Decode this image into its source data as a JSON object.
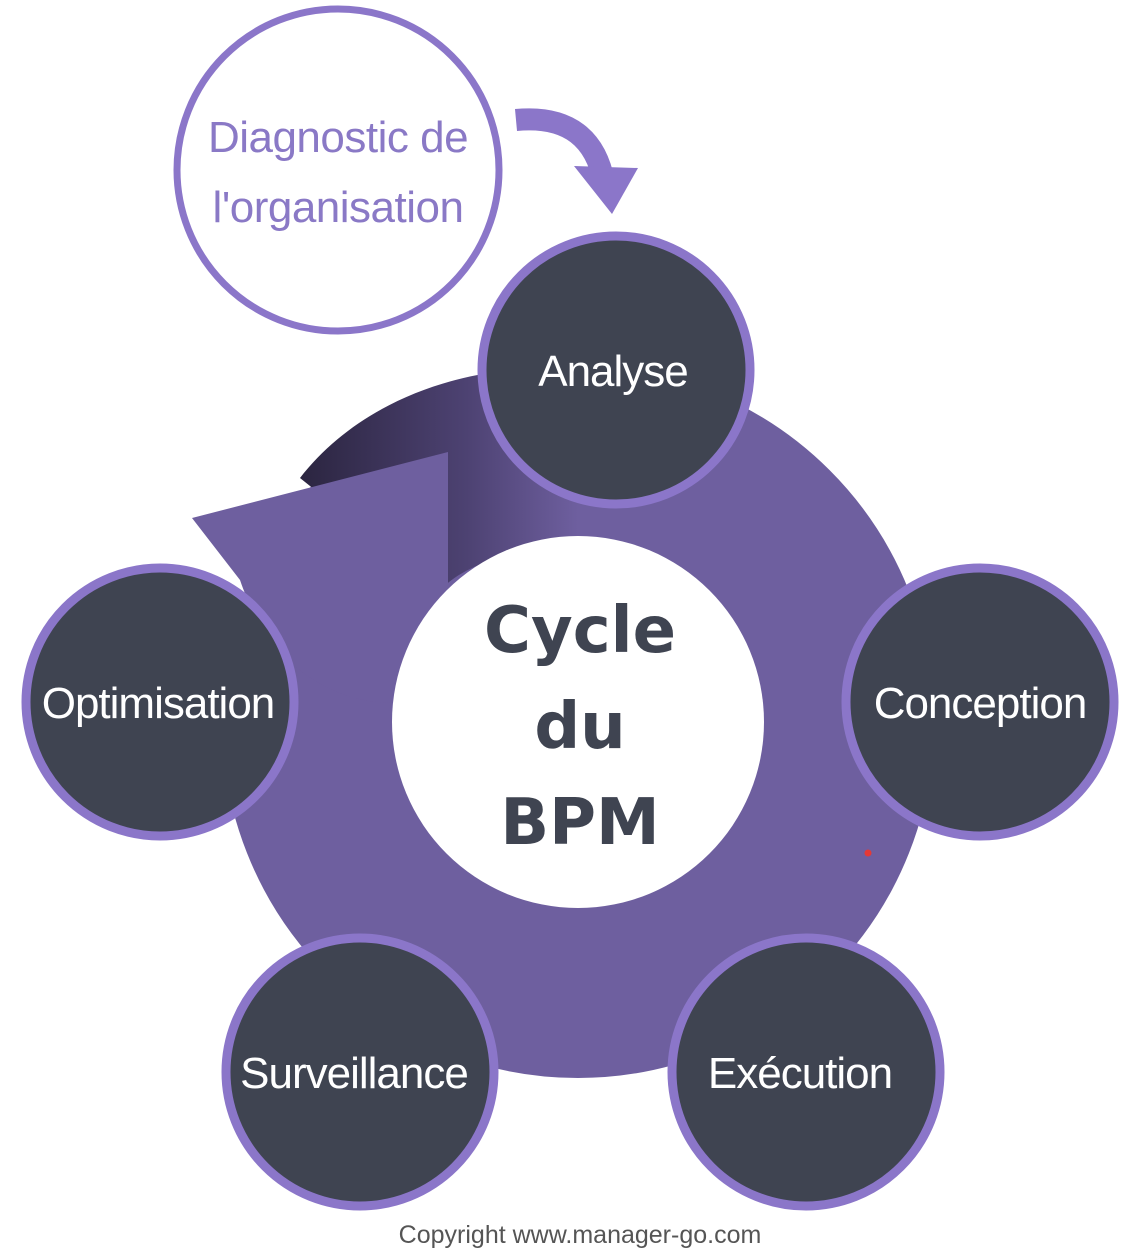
{
  "diagnostic": {
    "line1": "Diagnostic de",
    "line2": "l'organisation"
  },
  "center": {
    "line1": "Cycle",
    "line2": "du",
    "line3": "BPM"
  },
  "steps": [
    {
      "label": "Analyse"
    },
    {
      "label": "Conception"
    },
    {
      "label": "Exécution"
    },
    {
      "label": "Surveillance"
    },
    {
      "label": "Optimisation"
    }
  ],
  "copyright": "Copyright www.manager-go.com",
  "colors": {
    "ring": "#6e5f9f",
    "node_fill": "#3f4451",
    "node_border": "#8b76c9",
    "diagnostic_text": "#8a79c6",
    "center_text": "#3f4451",
    "label_text": "#ffffff",
    "copyright_text": "#555555"
  }
}
